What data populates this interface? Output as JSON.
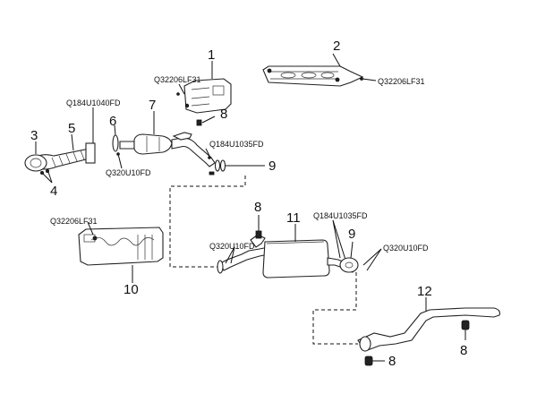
{
  "callouts": {
    "p1": "1",
    "p2": "2",
    "p3": "3",
    "p4": "4",
    "p5": "5",
    "p6": "6",
    "p7": "7",
    "p8a": "8",
    "p8b": "8",
    "p8c": "8",
    "p8d": "8",
    "p9a": "9",
    "p9b": "9",
    "p10": "10",
    "p11": "11",
    "p12": "12"
  },
  "codes": {
    "bolt_shield_front": "Q32206LF31",
    "bolt_shield_top": "Q32206LF31",
    "bolt_shield_bottom": "Q32206LF31",
    "bolt_front_pipe": "Q184U1040FD",
    "nut_front_pipe": "Q320U10FD",
    "bolt_cat": "Q184U1035FD",
    "nut_muffler_inlet": "Q320U10FD",
    "bolt_muffler_outlet": "Q184U1035FD",
    "nut_muffler_outlet": "Q320U10FD"
  }
}
